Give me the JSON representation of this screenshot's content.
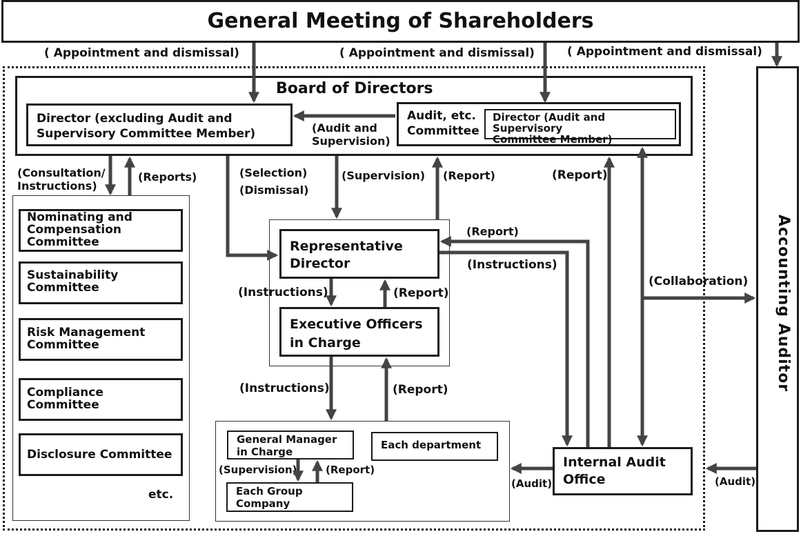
{
  "shareholders": "General Meeting of Shareholders",
  "appoint": [
    "( Appointment and dismissal)",
    "( Appointment and dismissal)",
    "( Appointment and dismissal)"
  ],
  "board": {
    "title": "Board of Directors",
    "director_excl": "Director (excluding Audit and\nSupervisory Committee Member)",
    "audit_committee": "Audit, etc.\nCommittee",
    "director_audit": "Director (Audit and Supervisory\nCommittee Member)",
    "audit_supervision": "(Audit and\nSupervision)"
  },
  "edge_labels": {
    "consult": "(Consultation/\nInstructions)",
    "reports": "(Reports)",
    "selection": "(Selection)",
    "dismissal": "(Dismissal)",
    "supervision": "(Supervision)",
    "report_rd_up": "(Report)",
    "report_audit_board": "(Report)",
    "report_iao_rd": "(Report)",
    "instructions_rd_iao": "(Instructions)",
    "collaboration": "(Collaboration)",
    "instr_rd_eo": "(Instructions)",
    "report_eo_rd": "(Report)",
    "instr_eo_dept": "(Instructions)",
    "report_dept_eo": "(Report)",
    "supervision_gm": "(Supervision)",
    "report_gm": "(Report)",
    "audit_iao": "(Audit)",
    "audit_aa": "(Audit)"
  },
  "committees": [
    "Nominating and\nCompensation\nCommittee",
    "Sustainability\nCommittee",
    "Risk Management\nCommittee",
    "Compliance\nCommittee",
    "Disclosure Committee"
  ],
  "etc": "etc.",
  "rep_director": "Representative\nDirector",
  "exec_officers": "Executive Officers\nin Charge",
  "gm_in_charge": "General Manager\nin Charge",
  "each_department": "Each department",
  "each_group": "Each Group\nCompany",
  "internal_audit": "Internal Audit\nOffice",
  "accounting_auditor": "Accounting Auditor",
  "colors": {
    "line": "#444444",
    "border": "#1a1a1a"
  }
}
